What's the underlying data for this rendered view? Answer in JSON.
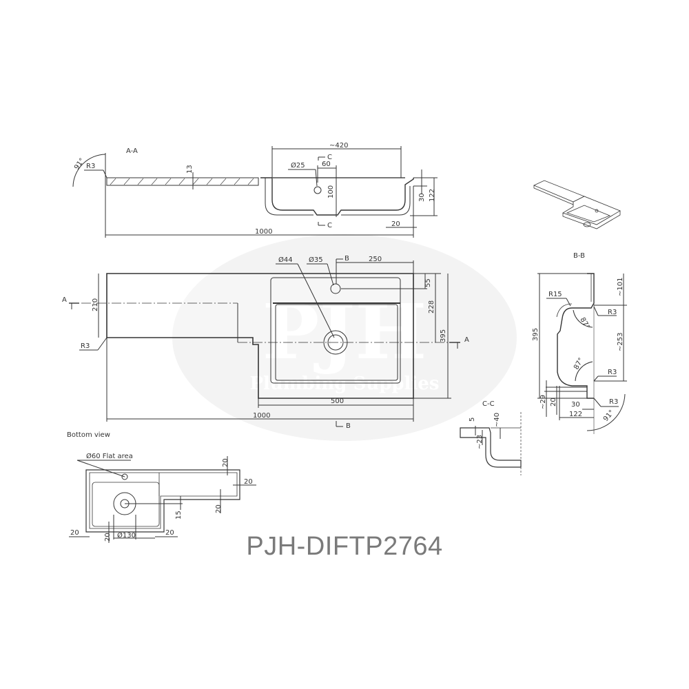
{
  "product_code": "PJH-DIFTP2764",
  "watermark": {
    "text": "PJH",
    "subtext": "Plumbing Supplies",
    "color": "#f1f1f1"
  },
  "section_aa": {
    "title": "A-A",
    "angle": "91°",
    "radius": "R3",
    "thickness": "13",
    "overall_length": "1000",
    "bowl_width": "~420",
    "tap_hole": "Ø25",
    "tap_offset": "60",
    "tap_depth": "100",
    "lip": "30",
    "depth": "122",
    "edge": "20",
    "cut_label": "C"
  },
  "iso_view": {
    "label": "B-B"
  },
  "top_view": {
    "cut_a": "A",
    "cut_b": "B",
    "counter_depth": "210",
    "radius": "R3",
    "waste": "Ø44",
    "tap": "Ø35",
    "tap_from_right": "250",
    "tap_from_back": "55",
    "waste_from_back": "228",
    "overall_depth": "395",
    "basin_width": "500",
    "overall_length": "1000"
  },
  "section_bb": {
    "radius_top": "R15",
    "back_height": "~101",
    "radius_a": "R3",
    "angle_a": "87°",
    "bowl_depth": "~253",
    "angle_b": "87°",
    "radius_b": "R3",
    "overall": "395",
    "lip_a": "~29",
    "lip_b": "20",
    "width_a": "30",
    "width_b": "122",
    "radius_c": "R3",
    "angle_c": "91°"
  },
  "section_cc": {
    "title": "C-C",
    "d1": "5",
    "d2": "~40",
    "d3": "~23"
  },
  "bottom_view": {
    "title": "Bottom view",
    "flat_area": "Ø60 Flat area",
    "d_top": "20",
    "d_right": "20",
    "d_step": "20",
    "d_15": "15",
    "d_left": "20",
    "d_bottom": "20",
    "d_waste": "Ø130",
    "d_right_bottom": "20"
  }
}
